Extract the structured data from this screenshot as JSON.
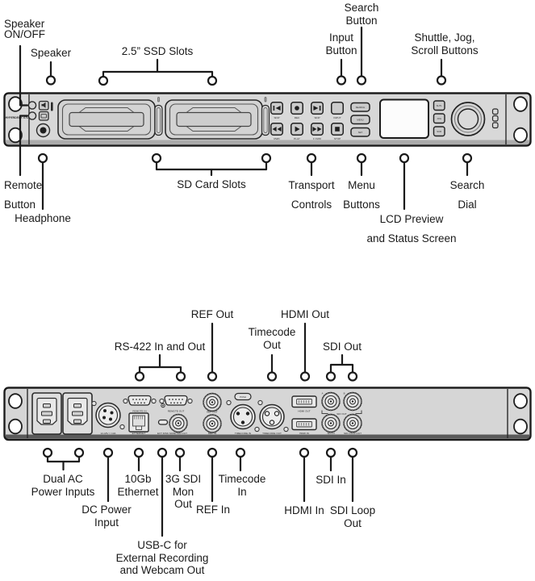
{
  "device": {
    "front_logo": "HYPERDECK STUDIO",
    "front_buttons": {
      "skip_back": "SKIP",
      "rec": "REC",
      "skip_fwd": "SKIP",
      "input": "INPUT",
      "rwd": "RWD",
      "play": "PLAY",
      "ffwd": "F FWD",
      "stop": "STOP",
      "search": "SEARCH",
      "menu": "MENU",
      "set": "SET",
      "shtl": "SHTL",
      "jog": "JOG",
      "scr": "SCR"
    },
    "rear_labels": {
      "power_rating": "12-18V = 10A",
      "remote_in": "REMOTE IN",
      "remote_out": "REMOTE OUT",
      "ethernet": "ETHERNET",
      "ext_disk": "EXT DISK",
      "monitor_out": "MONITOR OUT",
      "ref_out": "REF OUT",
      "ref_in": "REF IN",
      "push": "PUSH",
      "timecode_in": "TIMECODE IN",
      "timecode_out": "TIMECODE OUT",
      "hdmi_out": "HDMI OUT",
      "hdmi_in": "HDMI IN",
      "sdi_a": "A",
      "sdi_b": "B",
      "sdi_out": "SDI OUT",
      "sdi_in": "SDI IN",
      "sdi_loop_out": "SDI LOOP OUT"
    }
  },
  "callouts": {
    "speaker_onoff": {
      "l1": "Speaker",
      "l2": "ON/OFF"
    },
    "speaker": {
      "l1": "Speaker"
    },
    "ssd_slots": {
      "l1": "2.5” SSD Slots"
    },
    "search_button": {
      "l1": "Search",
      "l2": "Button"
    },
    "input_button": {
      "l1": "Input",
      "l2": "Button"
    },
    "shuttle_jog_scroll": {
      "l1": "Shuttle, Jog,",
      "l2": "Scroll Buttons"
    },
    "remote_button": {
      "l1": "Remote",
      "l2": "Button"
    },
    "headphone": {
      "l1": "Headphone"
    },
    "sd_card_slots": {
      "l1": "SD Card Slots"
    },
    "transport_controls": {
      "l1": "Transport",
      "l2": "Controls"
    },
    "menu_buttons": {
      "l1": "Menu",
      "l2": "Buttons"
    },
    "lcd_screen": {
      "l1": "LCD Preview",
      "l2": "and Status Screen"
    },
    "search_dial": {
      "l1": "Search",
      "l2": "Dial"
    },
    "rs422": {
      "l1": "RS-422 In and Out"
    },
    "ref_out": {
      "l1": "REF Out"
    },
    "timecode_out": {
      "l1": "Timecode",
      "l2": "Out"
    },
    "hdmi_out": {
      "l1": "HDMI Out"
    },
    "sdi_out": {
      "l1": "SDI Out"
    },
    "dual_ac": {
      "l1": "Dual AC",
      "l2": "Power Inputs"
    },
    "dc_power": {
      "l1": "DC Power",
      "l2": "Input"
    },
    "ethernet_10gb": {
      "l1": "10Gb",
      "l2": "Ethernet"
    },
    "usb_c": {
      "l1": "USB-C for",
      "l2": "External Recording",
      "l3": "and Webcam Out"
    },
    "sdi_mon": {
      "l1": "3G SDI",
      "l2": "Mon",
      "l3": "Out"
    },
    "ref_in": {
      "l1": "REF In"
    },
    "timecode_in": {
      "l1": "Timecode",
      "l2": "In"
    },
    "hdmi_in": {
      "l1": "HDMI In"
    },
    "sdi_in": {
      "l1": "SDI In"
    },
    "sdi_loop": {
      "l1": "SDI Loop",
      "l2": "Out"
    }
  },
  "colors": {
    "line": "#1a1a1a",
    "panel_face": "#d8d8d8",
    "text": "#1a1a1a"
  }
}
